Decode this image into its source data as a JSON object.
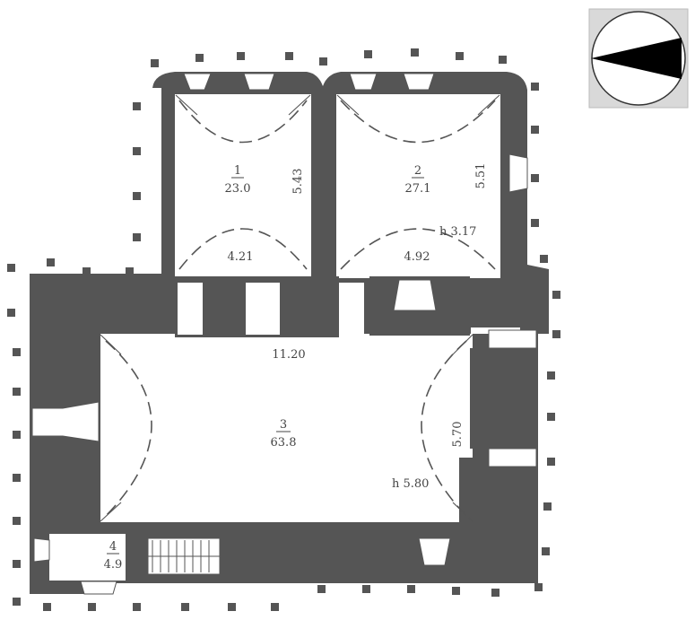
{
  "rooms": [
    {
      "number": "1",
      "area": "23.0"
    },
    {
      "number": "2",
      "area": "27.1"
    },
    {
      "number": "3",
      "area": "63.8"
    },
    {
      "number": "4",
      "area": "4.9"
    }
  ],
  "dimensions": {
    "room1_width": "4.21",
    "room1_length": "5.43",
    "room2_width": "4.92",
    "room2_length": "5.51",
    "room2_height": "h  3.17",
    "room3_width": "11.20",
    "room3_length": "5.70",
    "room3_height": "h  5.80"
  },
  "colors": {
    "wall": "#555555",
    "background": "#ffffff",
    "compass_frame": "#d9d9d9",
    "compass_needle": "#000000"
  },
  "compass": {
    "icon": "compass-icon"
  }
}
